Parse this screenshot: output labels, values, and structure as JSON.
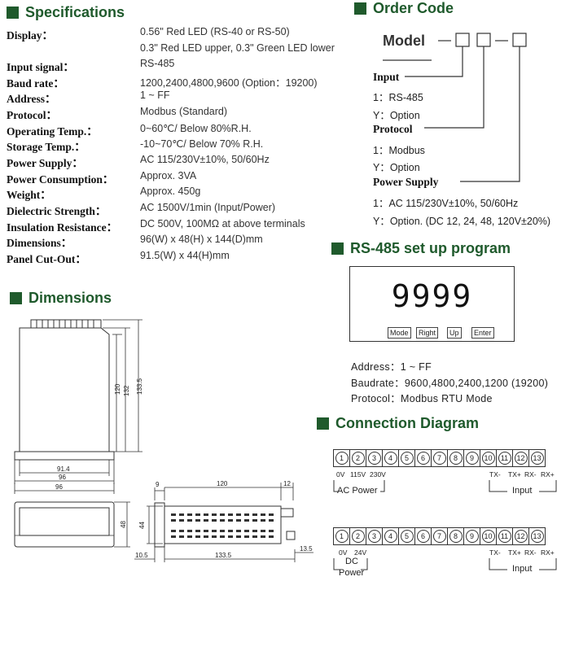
{
  "specifications": {
    "title": "Specifications",
    "rows": [
      {
        "label": "Display：",
        "values": [
          "0.56\" Red LED (RS-40 or RS-50)",
          "0.3\" Red LED upper, 0.3\" Green LED lower"
        ]
      },
      {
        "label": "Input signal：",
        "values": [
          "RS-485"
        ]
      },
      {
        "label": "Baud rate：",
        "values": [
          "1200,2400,4800,9600 (Option：19200)"
        ]
      },
      {
        "label": "Address：",
        "values": [
          "1 ~ FF"
        ]
      },
      {
        "label": "Protocol：",
        "values": [
          "Modbus (Standard)"
        ]
      },
      {
        "label": "Operating Temp.：",
        "values": [
          "0~60℃/ Below 80%R.H."
        ]
      },
      {
        "label": "Storage Temp.：",
        "values": [
          "-10~70℃/ Below 70% R.H."
        ]
      },
      {
        "label": "Power Supply：",
        "values": [
          "AC 115/230V±10%, 50/60Hz"
        ]
      },
      {
        "label": "Power Consumption：",
        "values": [
          "Approx. 3VA"
        ]
      },
      {
        "label": "Weight：",
        "values": [
          "Approx. 450g"
        ]
      },
      {
        "label": "Dielectric Strength：",
        "values": [
          "AC 1500V/1min (Input/Power)"
        ]
      },
      {
        "label": "Insulation Resistance：",
        "values": [
          "DC 500V, 100MΩ at above terminals"
        ]
      },
      {
        "label": "Dimensions：",
        "values": [
          "96(W) x 48(H) x 144(D)mm"
        ]
      },
      {
        "label": "Panel Cut-Out：",
        "values": [
          "91.5(W) x 44(H)mm"
        ]
      }
    ]
  },
  "order_code": {
    "title": "Order  Code",
    "model_label": "Model",
    "input_heading": "Input",
    "input_options": [
      "1：RS-485",
      "Y：Option"
    ],
    "protocol_heading": "Protocol",
    "protocol_options": [
      "1：Modbus",
      "Y：Option"
    ],
    "power_heading": "Power  Supply",
    "power_options": [
      "1：AC 115/230V±10%, 50/60Hz",
      "Y：Option. (DC 12, 24, 48, 120V±20%)"
    ]
  },
  "rs485": {
    "title": "RS-485 set up program",
    "display_value": "9999",
    "buttons": [
      "Mode",
      "Right",
      "Up",
      "Enter"
    ],
    "address": "Address：1 ~ FF",
    "baudrate": "Baudrate：9600,4800,2400,1200 (19200)",
    "protocol": "Protocol：Modbus RTU Mode"
  },
  "dimensions": {
    "title": "Dimensions",
    "labels": {
      "h120": "120",
      "h132": "132",
      "h133_5": "133.5",
      "w91_4": "91.4",
      "w96a": "96",
      "w96b": "96",
      "h48": "48",
      "h44": "44",
      "side9": "9",
      "side120": "120",
      "side12": "12",
      "side10_5": "10.5",
      "side133_5": "133.5",
      "side13_5": "13.5"
    }
  },
  "connection": {
    "title": "Connection  Diagram",
    "terminals": [
      "1",
      "2",
      "3",
      "4",
      "5",
      "6",
      "7",
      "8",
      "9",
      "10",
      "11",
      "12",
      "13"
    ],
    "ac": {
      "left_labels": [
        "0V",
        "115V",
        "230V"
      ],
      "group_left": "AC Power",
      "right_labels": [
        "TX-",
        "TX+",
        "RX-",
        "RX+"
      ],
      "group_right": "Input"
    },
    "dc": {
      "left_labels": [
        "0V",
        "24V"
      ],
      "group_left_1": "DC",
      "group_left_2": "Power",
      "right_labels": [
        "TX-",
        "TX+",
        "RX-",
        "RX+"
      ],
      "group_right": "Input"
    }
  },
  "colors": {
    "heading": "#1f5a2c"
  }
}
